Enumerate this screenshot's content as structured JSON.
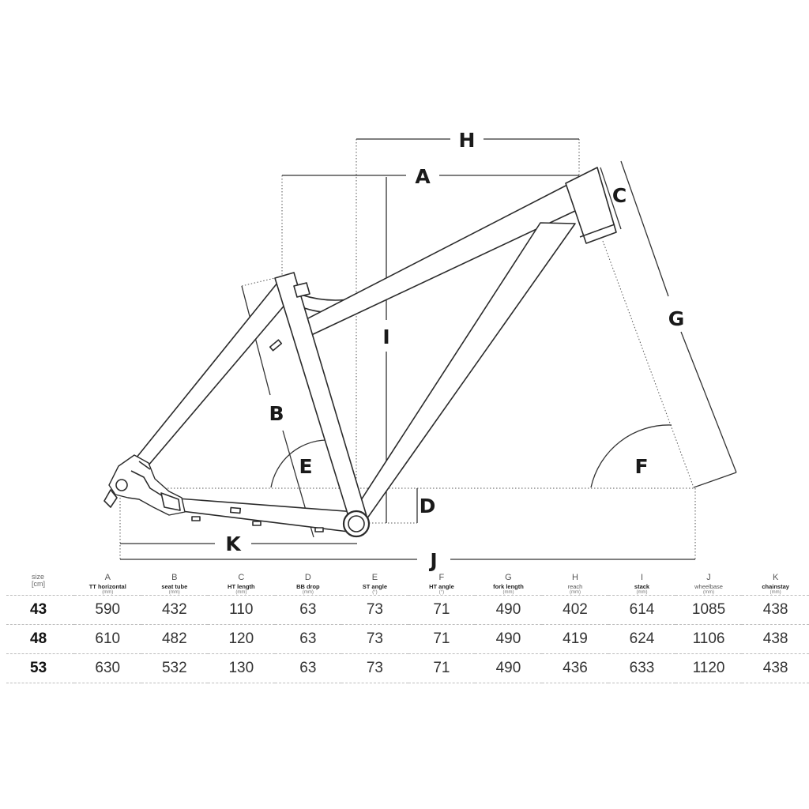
{
  "diagram": {
    "letters": {
      "A": "A",
      "B": "B",
      "C": "C",
      "D": "D",
      "E": "E",
      "F": "F",
      "G": "G",
      "H": "H",
      "I": "I",
      "J": "J",
      "K": "K"
    },
    "colors": {
      "line": "#2b2b2b",
      "guide": "#555555",
      "background": "#ffffff"
    }
  },
  "table": {
    "size_header": {
      "label": "size",
      "unit": "[cm]"
    },
    "columns": [
      {
        "letter": "A",
        "name": "TT horizontal",
        "unit": "(mm)"
      },
      {
        "letter": "B",
        "name": "seat tube",
        "unit": "(mm)"
      },
      {
        "letter": "C",
        "name": "HT length",
        "unit": "(mm)"
      },
      {
        "letter": "D",
        "name": "BB drop",
        "unit": "(mm)"
      },
      {
        "letter": "E",
        "name": "ST angle",
        "unit": "(°)"
      },
      {
        "letter": "F",
        "name": "HT angle",
        "unit": "(°)"
      },
      {
        "letter": "G",
        "name": "fork length",
        "unit": "(mm)"
      },
      {
        "letter": "H",
        "name": "reach",
        "unit": "(mm)"
      },
      {
        "letter": "I",
        "name": "stack",
        "unit": "(mm)"
      },
      {
        "letter": "J",
        "name": "wheelbase",
        "unit": "(mm)"
      },
      {
        "letter": "K",
        "name": "chainstay",
        "unit": "(mm)"
      }
    ],
    "rows": [
      {
        "size": "43",
        "values": [
          "590",
          "432",
          "110",
          "63",
          "73",
          "71",
          "490",
          "402",
          "614",
          "1085",
          "438"
        ]
      },
      {
        "size": "48",
        "values": [
          "610",
          "482",
          "120",
          "63",
          "73",
          "71",
          "490",
          "419",
          "624",
          "1106",
          "438"
        ]
      },
      {
        "size": "53",
        "values": [
          "630",
          "532",
          "130",
          "63",
          "73",
          "71",
          "490",
          "436",
          "633",
          "1120",
          "438"
        ]
      }
    ]
  }
}
